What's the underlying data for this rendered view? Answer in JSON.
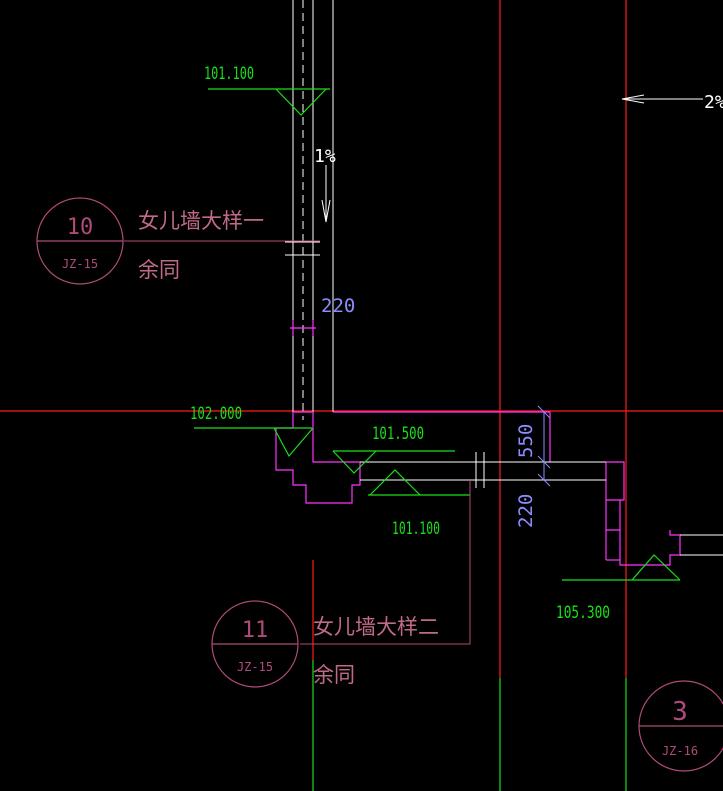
{
  "colors": {
    "background": "#000000",
    "axis_red": "#ff1a1a",
    "green": "#19e019",
    "magenta": "#ff33ff",
    "white": "#ffffff",
    "blue_dim": "#8c8cff",
    "mauve": "#b04a7a",
    "label_mauve": "#c06a8a"
  },
  "elevations": {
    "e1": "101.100",
    "e2": "102.000",
    "e3": "101.500",
    "e4": "101.100",
    "e5": "105.300"
  },
  "slopes": {
    "left": "1%",
    "right": "2%"
  },
  "dimensions": {
    "d1": "220",
    "d2": "550",
    "d3": "220"
  },
  "detail_callouts": {
    "c10": {
      "number": "10",
      "sheet": "JZ-15",
      "title": "女儿墙大样一",
      "note": "余同"
    },
    "c11": {
      "number": "11",
      "sheet": "JZ-15",
      "title": "女儿墙大样二",
      "note": "余同"
    },
    "c3": {
      "number": "3",
      "sheet": "JZ-16"
    }
  }
}
